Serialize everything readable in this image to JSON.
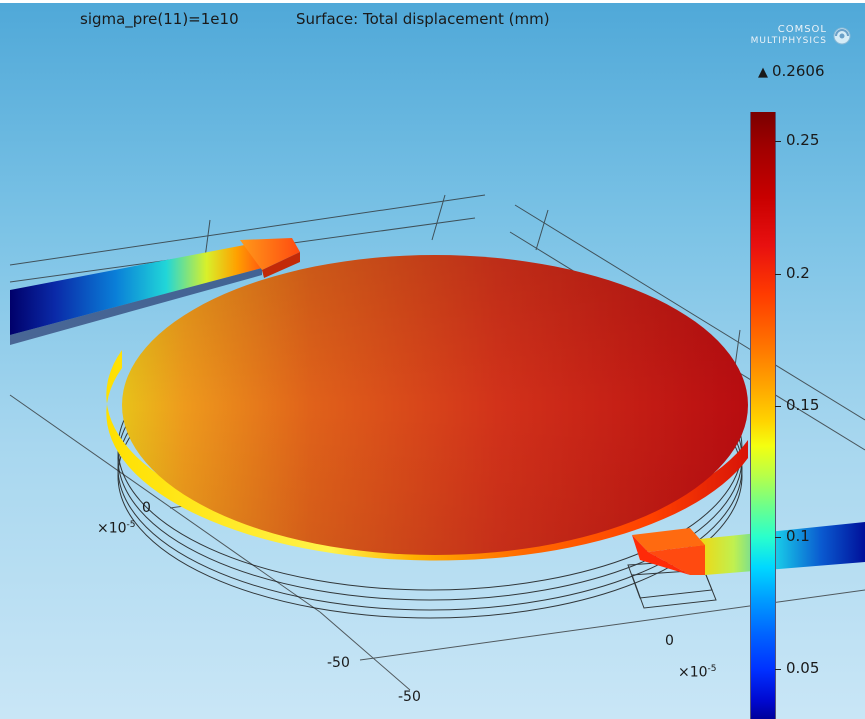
{
  "header": {
    "parameter_text": "sigma_pre(11)=1e10",
    "plot_title": "Surface: Total displacement (mm)"
  },
  "logo": {
    "line1": "COMSOL",
    "line2": "MULTIPHYSICS"
  },
  "colorbar": {
    "quantity": "Total displacement",
    "unit": "mm",
    "max_label": "0.2606",
    "max_value": 0.2606,
    "ticks": [
      "0.25",
      "0.2",
      "0.15",
      "0.1",
      "0.05"
    ],
    "colormap": "rainbow",
    "colors": {
      "high": "#7a0000",
      "mid_high": "#ff3b00",
      "mid": "#f4ff10",
      "mid_low": "#2affcc",
      "low": "#00009a"
    }
  },
  "axes": {
    "x_tick_zero": "0",
    "x_tick_neg50": "-50",
    "y_tick_zero": "0",
    "y_tick_neg50": "-50",
    "scale_base": "×10",
    "scale_exponent": "-5"
  },
  "scene": {
    "model": "circular plate on two supporting beams",
    "plate_edge_color": "#ffd400",
    "plate_top_color": "#c81a10",
    "beam_colors": [
      "#00009a",
      "#00c8ff",
      "#f4ff10",
      "#ff3b00"
    ]
  }
}
